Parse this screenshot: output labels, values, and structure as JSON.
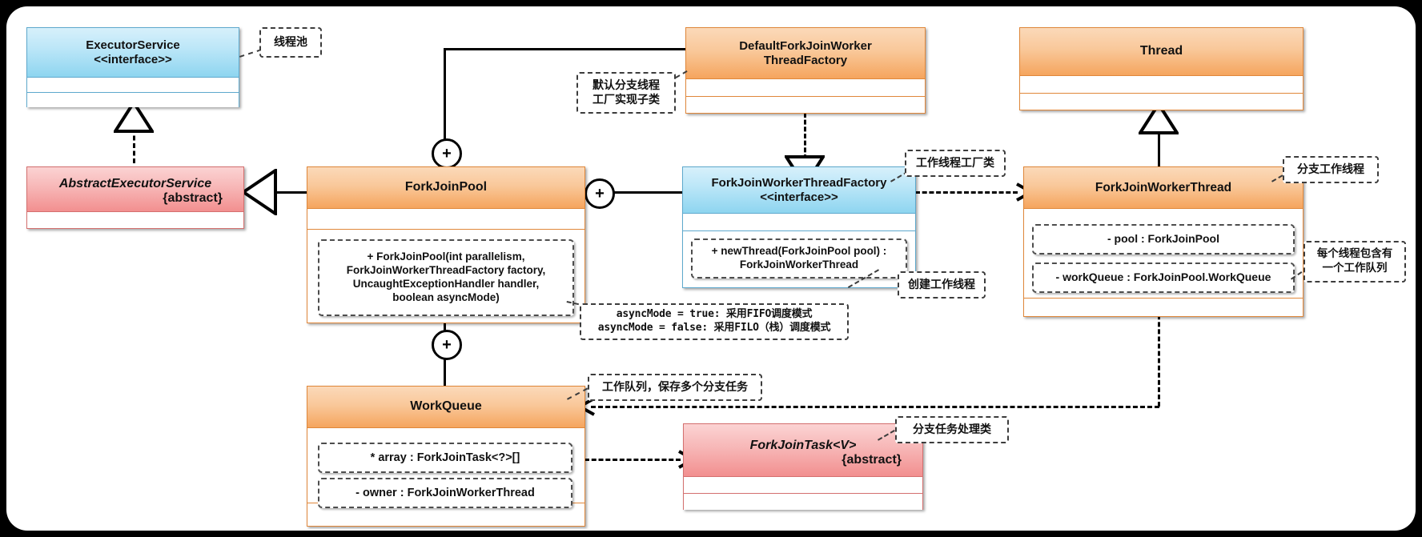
{
  "diagram": {
    "title": "ForkJoinPool UML Class Diagram",
    "colors": {
      "orange_header": "#f5a55e",
      "blue_header": "#8ed5f0",
      "red_header": "#f28f8f",
      "line": "#000000",
      "canvas": "#ffffff",
      "backdrop": "#000000"
    }
  },
  "classes": {
    "executor_service": {
      "name": "ExecutorService",
      "stereotype": "<<interface>>",
      "skin": "blue"
    },
    "abstract_executor_service": {
      "name": "AbstractExecutorService",
      "modifier": "{abstract}",
      "skin": "red"
    },
    "fork_join_pool": {
      "name": "ForkJoinPool",
      "skin": "orange",
      "members": [
        "+ ForkJoinPool(int parallelism,\nForkJoinWorkerThreadFactory factory,\nUncaughtExceptionHandler handler,\nboolean asyncMode)"
      ]
    },
    "default_factory": {
      "name": "DefaultForkJoinWorker\nThreadFactory",
      "skin": "orange"
    },
    "factory_interface": {
      "name": "ForkJoinWorkerThreadFactory",
      "stereotype": "<<interface>>",
      "skin": "blue",
      "members": [
        "+ newThread(ForkJoinPool pool) :\nForkJoinWorkerThread"
      ]
    },
    "thread": {
      "name": "Thread",
      "skin": "orange"
    },
    "fork_join_worker_thread": {
      "name": "ForkJoinWorkerThread",
      "skin": "orange",
      "members": [
        "- pool : ForkJoinPool",
        "- workQueue : ForkJoinPool.WorkQueue"
      ]
    },
    "work_queue": {
      "name": "WorkQueue",
      "skin": "orange",
      "members": [
        "* array : ForkJoinTask<?>[]",
        "- owner : ForkJoinWorkerThread"
      ]
    },
    "fork_join_task": {
      "name": "ForkJoinTask<V>",
      "modifier": "{abstract}",
      "skin": "red"
    }
  },
  "notes": {
    "thread_pool": "线程池",
    "default_factory_note": "默认分支线程\n工厂实现子类",
    "factory_class_note": "工作线程工厂类",
    "create_worker_note": "创建工作线程",
    "async_mode_note": "asyncMode = true: 采用FIFO调度模式\nasyncMode = false: 采用FILO（栈）调度模式",
    "branch_worker_note": "分支工作线程",
    "each_thread_note": "每个线程包含有\n一个工作队列",
    "work_queue_note": "工作队列，保存多个分支任务",
    "task_class_note": "分支任务处理类"
  },
  "connectors": {
    "aggregation_symbol": "+",
    "relations": [
      "ExecutorService <|.. AbstractExecutorService (realization, dashed)",
      "AbstractExecutorService <|-- ForkJoinPool (generalization)",
      "ForkJoinPool +-- DefaultForkJoinWorkerThreadFactory (aggregation)",
      "DefaultForkJoinWorkerThreadFactory ..|> ForkJoinWorkerThreadFactory (realization)",
      "ForkJoinPool +-- ForkJoinWorkerThreadFactory (aggregation)",
      "ForkJoinWorkerThreadFactory ..> ForkJoinWorkerThread (dependency, dashed)",
      "Thread <|-- ForkJoinWorkerThread (generalization)",
      "ForkJoinPool +-- WorkQueue (aggregation)",
      "ForkJoinWorkerThread ..> WorkQueue (dependency, dashed)",
      "WorkQueue.array ..> ForkJoinTask<V> (dependency, dashed)"
    ]
  }
}
